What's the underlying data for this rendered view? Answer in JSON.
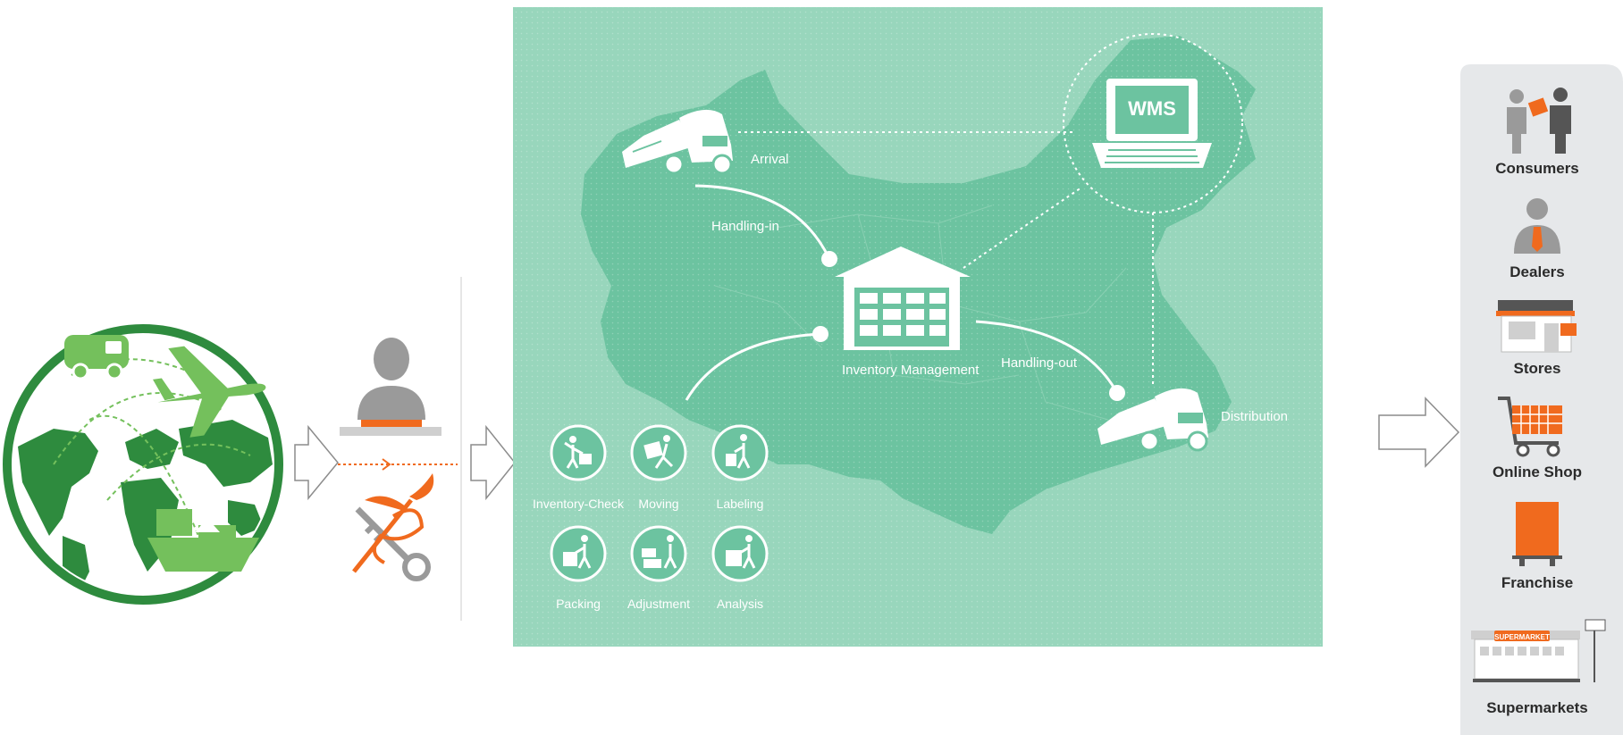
{
  "map": {
    "nodes": {
      "arrival": "Arrival",
      "handling_in": "Handling-in",
      "inventory": "Inventory Management",
      "handling_out": "Handling-out",
      "distribution": "Distribution",
      "wms": "WMS"
    },
    "activities": [
      "Inventory-Check",
      "Moving",
      "Labeling",
      "Packing",
      "Adjustment",
      "Analysis"
    ]
  },
  "channels": [
    "Consumers",
    "Dealers",
    "Stores",
    "Online Shop",
    "Franchise",
    "Supermarkets"
  ],
  "supermarket_sign": "SUPERMARKET",
  "colors": {
    "map_bg": "#98d6bc",
    "map_land": "#6cc3a0",
    "globe_green": "#2e8b3e",
    "light_green": "#74c05c",
    "orange": "#f06a1e",
    "gray": "#8c8c8c",
    "sidebar": "#e6e8ea"
  }
}
